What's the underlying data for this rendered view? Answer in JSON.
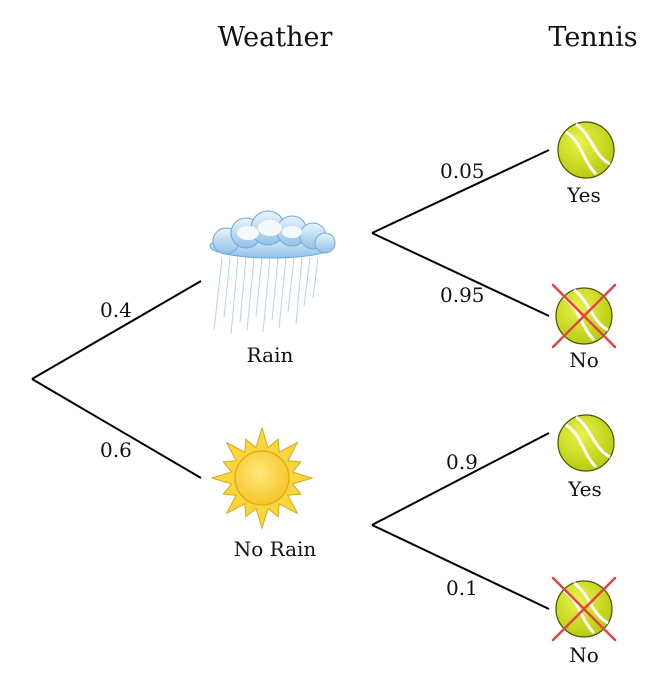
{
  "headers": {
    "weather": "Weather",
    "tennis": "Tennis"
  },
  "branches": {
    "rain_prob": "0.4",
    "no_rain_prob": "0.6",
    "rain_yes_prob": "0.05",
    "rain_no_prob": "0.95",
    "norain_yes_prob": "0.9",
    "norain_no_prob": "0.1"
  },
  "nodes": {
    "rain_label": "Rain",
    "no_rain_label": "No Rain",
    "yes_label": "Yes",
    "no_label": "No"
  },
  "icons": {
    "rain": "rain-cloud-icon",
    "sun": "sun-icon",
    "tennis_ball": "tennis-ball-icon",
    "cross": "red-cross-icon"
  },
  "colors": {
    "ball": "#cfe11a",
    "cross": "#e04646",
    "sun": "#f9d63a",
    "cloud": "#7fb6e3"
  }
}
